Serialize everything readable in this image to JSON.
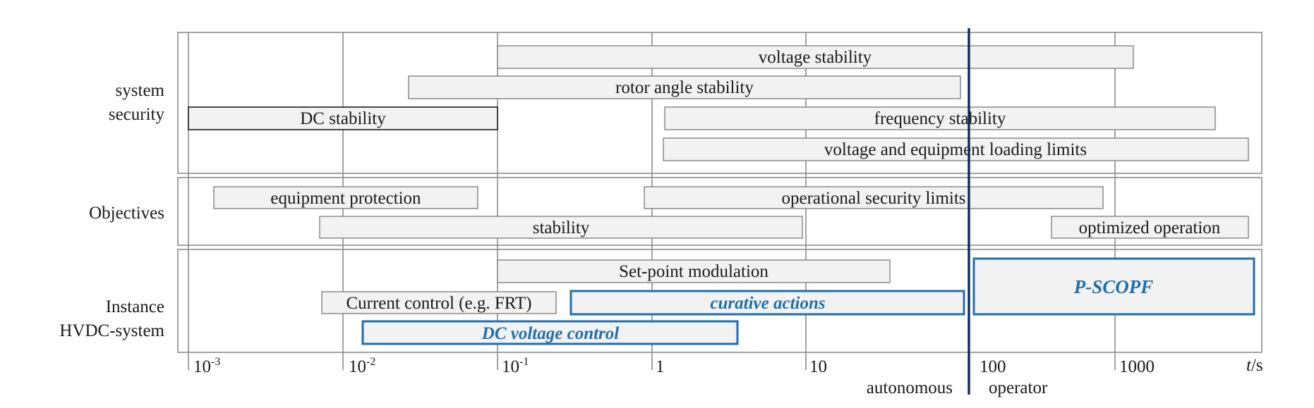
{
  "rows": {
    "system_security": [
      "system",
      "security"
    ],
    "objectives": [
      "Objectives"
    ],
    "instance": [
      "Instance",
      "HVDC-system"
    ]
  },
  "bars": {
    "voltage_stability": "voltage stability",
    "rotor_angle_stability": "rotor angle stability",
    "dc_stability": "DC stability",
    "frequency_stability": "frequency stability",
    "voltage_equipment_limits": "voltage and equipment loading limits",
    "equipment_protection": "equipment protection",
    "operational_security_limits": "operational security limits",
    "stability": "stability",
    "optimized_operation": "optimized operation",
    "setpoint_modulation": "Set-point modulation",
    "current_control": "Current control (e.g. FRT)",
    "curative_actions": "curative actions",
    "p_scopf": "P-SCOPF",
    "dc_voltage_control": "DC voltage control"
  },
  "axis": {
    "ticks": [
      {
        "base": "10",
        "exp": "-3"
      },
      {
        "base": "10",
        "exp": "-2"
      },
      {
        "base": "10",
        "exp": "-1"
      },
      {
        "base": "1",
        "exp": ""
      },
      {
        "base": "10",
        "exp": ""
      },
      {
        "base": "100",
        "exp": ""
      },
      {
        "base": "1000",
        "exp": ""
      }
    ],
    "unit_var": "t",
    "unit_rest": "/s",
    "left_region": "autonomous",
    "right_region": "operator"
  },
  "colors": {
    "accent_blue": "#1f6fae",
    "divider_navy": "#0d2a5c",
    "bar_fill": "#f2f2f2",
    "grid_gray": "#8c8c8c"
  }
}
